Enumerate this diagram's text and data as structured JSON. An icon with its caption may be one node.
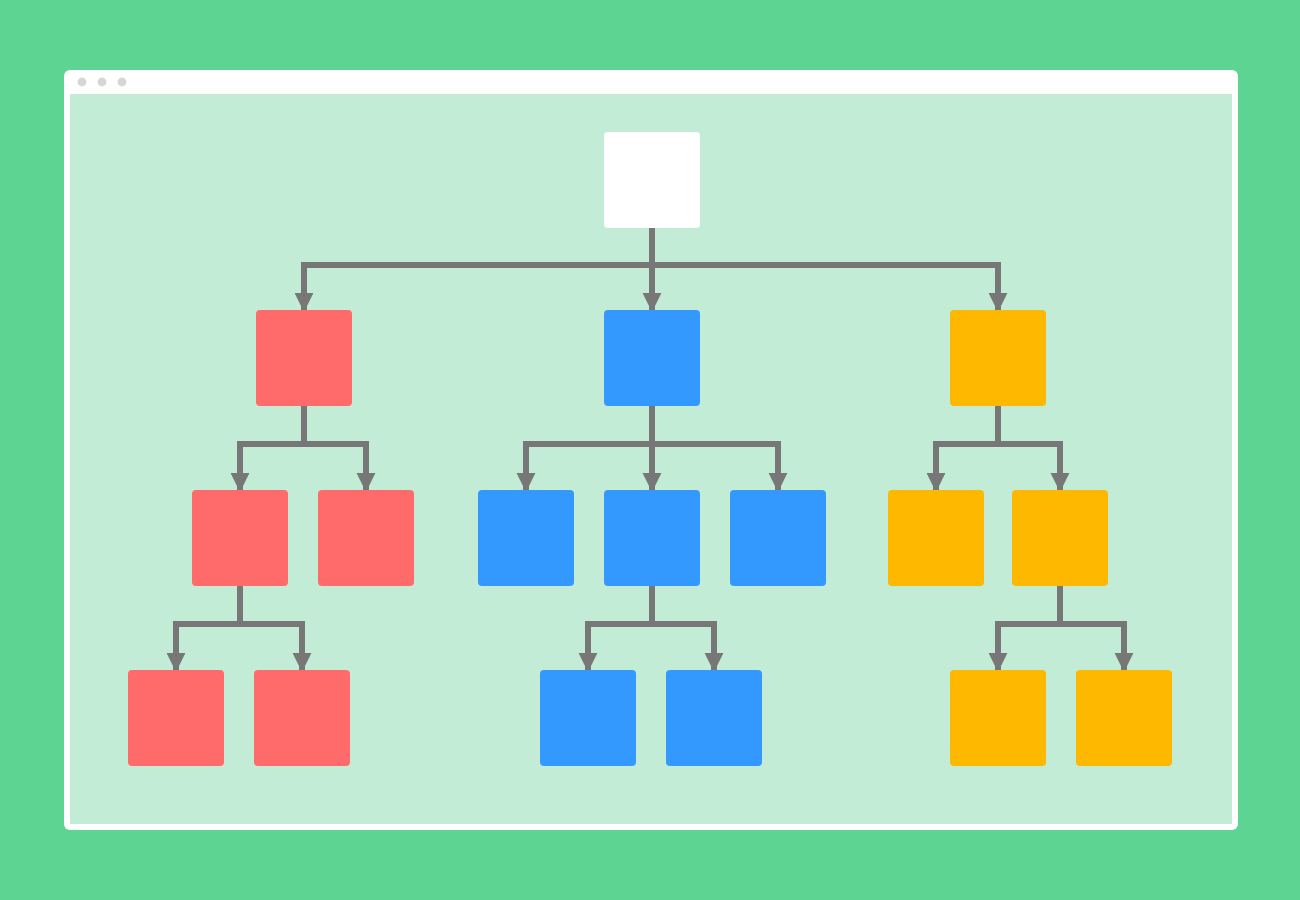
{
  "diagram": {
    "nodes": [
      {
        "text": [],
        "shape": "box"
      },
      {
        "text": [],
        "shape": "box"
      },
      {
        "text": [],
        "shape": "box"
      },
      {
        "text": [],
        "shape": "box"
      },
      {
        "text": [],
        "shape": "box"
      },
      {
        "text": [],
        "shape": "box"
      },
      {
        "text": [],
        "shape": "box"
      },
      {
        "text": [],
        "shape": "box"
      },
      {
        "text": [],
        "shape": "box"
      },
      {
        "text": [],
        "shape": "box"
      },
      {
        "text": [],
        "shape": "box"
      },
      {
        "text": [],
        "shape": "box"
      },
      {
        "text": [],
        "shape": "box"
      },
      {
        "text": [],
        "shape": "box"
      },
      {
        "text": [],
        "shape": "box"
      },
      {
        "text": [],
        "shape": "box"
      },
      {
        "text": [],
        "shape": "box"
      }
    ],
    "edges": [
      {
        "from": 0,
        "to": 1,
        "arrow": "to"
      },
      {
        "from": 0,
        "to": 2,
        "arrow": "to"
      },
      {
        "from": 0,
        "to": 3,
        "arrow": "to"
      },
      {
        "from": 1,
        "to": 4,
        "arrow": "to"
      },
      {
        "from": 1,
        "to": 5,
        "arrow": "to"
      },
      {
        "from": 2,
        "to": 6,
        "arrow": "to"
      },
      {
        "from": 2,
        "to": 7,
        "arrow": "to"
      },
      {
        "from": 2,
        "to": 8,
        "arrow": "to"
      },
      {
        "from": 3,
        "to": 9,
        "arrow": "to"
      },
      {
        "from": 3,
        "to": 10,
        "arrow": "to"
      },
      {
        "from": 4,
        "to": 11,
        "arrow": "to"
      },
      {
        "from": 4,
        "to": 12,
        "arrow": "to"
      },
      {
        "from": 7,
        "to": 13,
        "arrow": "to"
      },
      {
        "from": 7,
        "to": 14,
        "arrow": "to"
      },
      {
        "from": 10,
        "to": 15,
        "arrow": "to"
      },
      {
        "from": 10,
        "to": 16,
        "arrow": "to"
      }
    ]
  }
}
